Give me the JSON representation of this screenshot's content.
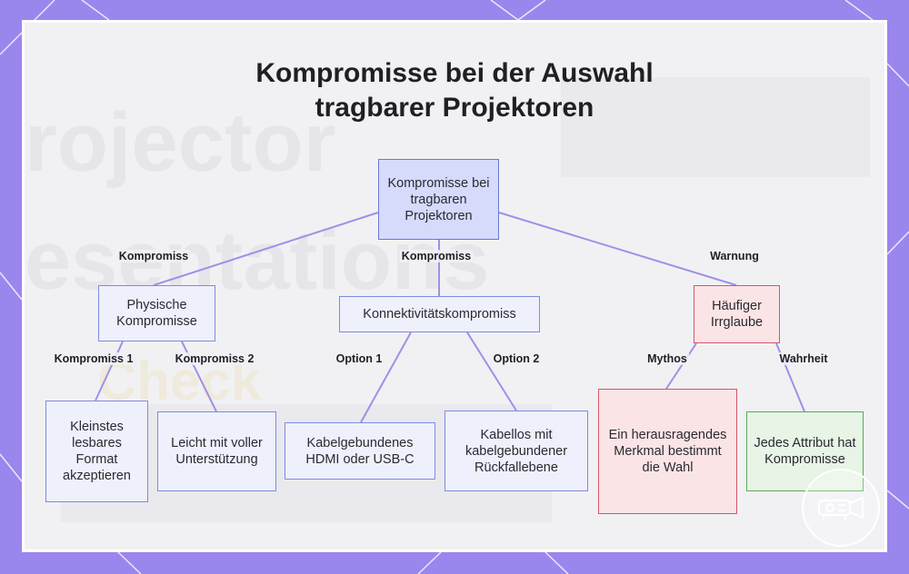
{
  "title": {
    "line1": "Kompromisse bei der Auswahl",
    "line2": "tragbarer Projektoren"
  },
  "nodes": {
    "root": "Kompromisse bei tragbaren Projektoren",
    "physical": "Physische Kompromisse",
    "connectivity": "Konnektivitätskompromiss",
    "misconception": "Häufiger Irrglaube",
    "smallest_format": "Kleinstes lesbares Format akzeptieren",
    "light_support": "Leicht mit voller Unterstützung",
    "wired": "Kabelgebundenes HDMI oder USB-C",
    "wireless": "Kabellos mit kabelgebundener Rückfallebene",
    "myth": "Ein herausragendes Merkmal bestimmt die Wahl",
    "truth": "Jedes Attribut hat Kompromisse"
  },
  "edge_labels": {
    "root_physical": "Kompromiss",
    "root_connectivity": "Kompromiss",
    "root_misconception": "Warnung",
    "physical_1": "Kompromiss 1",
    "physical_2": "Kompromiss 2",
    "connectivity_1": "Option 1",
    "connectivity_2": "Option 2",
    "myth": "Mythos",
    "truth": "Wahrheit"
  },
  "background_text": {
    "line1": "rojector",
    "line2": "esentations",
    "line3": "Check"
  },
  "colors": {
    "frame": "#9b86ee",
    "edge": "#a28fe6",
    "root_fill": "#d6dafb",
    "node_border": "#7f8bdc",
    "misconception_border": "#d2566a",
    "truth_border": "#5aa85b"
  }
}
